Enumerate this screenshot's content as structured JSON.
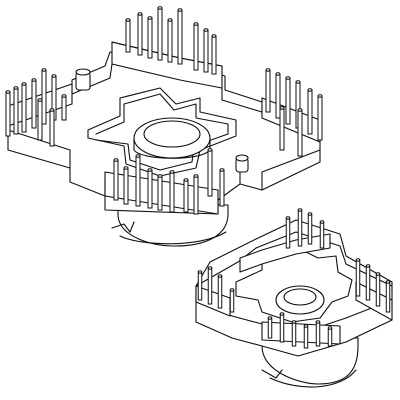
{
  "figure": {
    "kind": "line-drawing",
    "subjects": [
      "large-bobbin",
      "small-bobbin"
    ],
    "colors": {
      "background": "#ffffff",
      "stroke": "#111111"
    }
  }
}
